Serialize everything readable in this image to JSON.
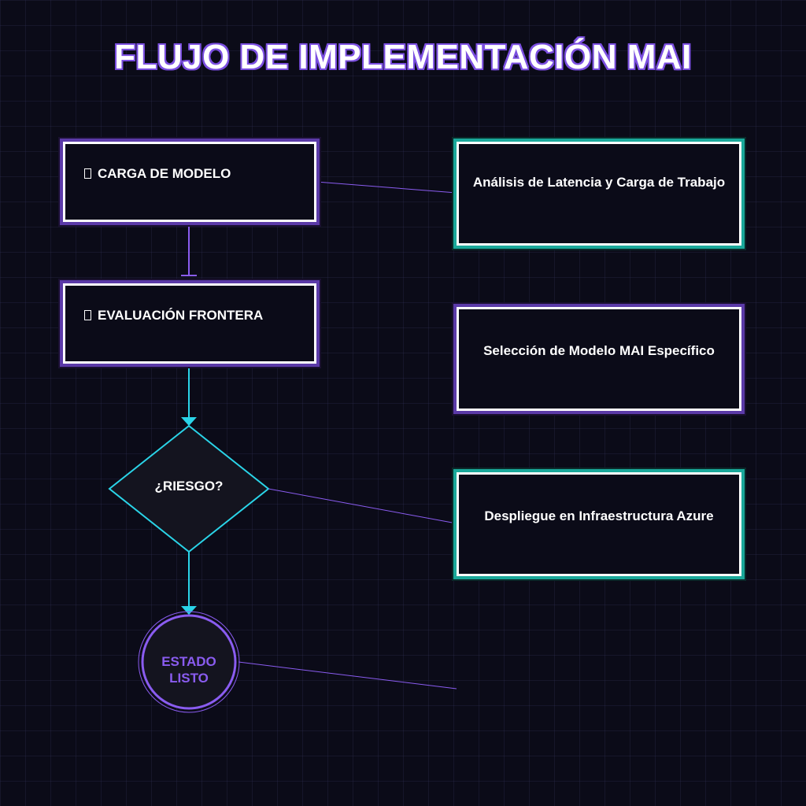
{
  "title": "FLUJO DE IMPLEMENTACIÓN MAI",
  "steps": {
    "carga": {
      "icon": "box-glyph-icon",
      "label": "CARGA DE MODELO"
    },
    "evaluacion": {
      "icon": "box-glyph-icon",
      "label": "EVALUACIÓN FRONTERA"
    }
  },
  "decision": {
    "label": "¿RIESGO?"
  },
  "end": {
    "line1": "ESTADO",
    "line2": "LISTO"
  },
  "details": [
    {
      "label": "Análisis de Latencia y Carga de Trabajo"
    },
    {
      "label": "Selección de Modelo MAI Específico"
    },
    {
      "label": "Despliegue en Infraestructura Azure"
    }
  ],
  "colors": {
    "background": "#0b0b18",
    "accent_purple": "#8a5cf0",
    "accent_cyan": "#2ad4e8",
    "accent_teal": "#1aa89a",
    "text": "#ffffff"
  }
}
